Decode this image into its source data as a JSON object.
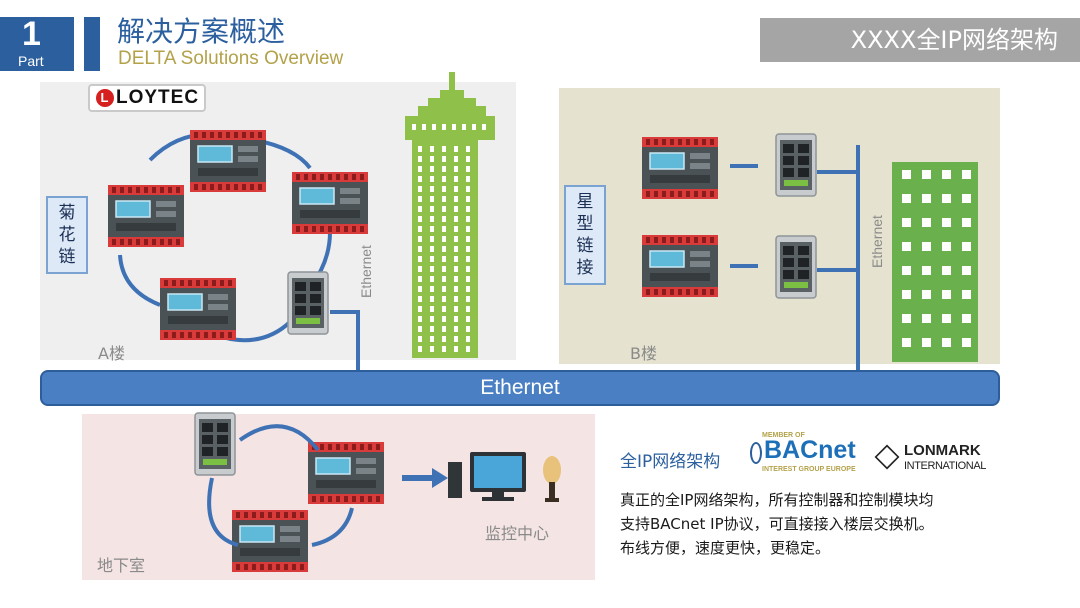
{
  "header": {
    "part_number": "1",
    "part_label": "Part",
    "title_cn": "解决方案概述",
    "title_en": "DELTA Solutions Overview",
    "banner": "XXXX全IP网络架构"
  },
  "building_a": {
    "label": "A楼",
    "topology_label": [
      "菊",
      "花",
      "链"
    ],
    "ethernet_label": "Ethernet",
    "logo_text": "LOYTEC"
  },
  "building_b": {
    "label": "B楼",
    "topology_label": [
      "星",
      "型",
      "链",
      "接"
    ],
    "ethernet_label": "Ethernet"
  },
  "basement": {
    "label": "地下室",
    "monitor_label": "监控中心"
  },
  "ethernet_bus": "Ethernet",
  "info": {
    "title": "全IP网络架构",
    "lines": [
      "真正的全IP网络架构，所有控制器和控制模块均",
      "支持BACnet IP协议，可直接接入楼层交换机。",
      "布线方便，速度更快，更稳定。"
    ],
    "bacnet_logo": "BACnet",
    "bacnet_top": "MEMBER OF",
    "bacnet_bottom": "INTEREST GROUP EUROPE",
    "lonmark_logo": "LONMARK",
    "lonmark_sub": "INTERNATIONAL"
  },
  "colors": {
    "primary_blue": "#2b5f9e",
    "bus_blue": "#4a7fc4",
    "gold": "#b3a24a",
    "building_green": "#8fc04a",
    "building_b_green": "#6ab04c",
    "panel_a_bg": "#efefef",
    "panel_b_bg": "#e5e3cf",
    "panel_c_bg": "#f4e4e4",
    "controller_red": "#d93a3a"
  }
}
